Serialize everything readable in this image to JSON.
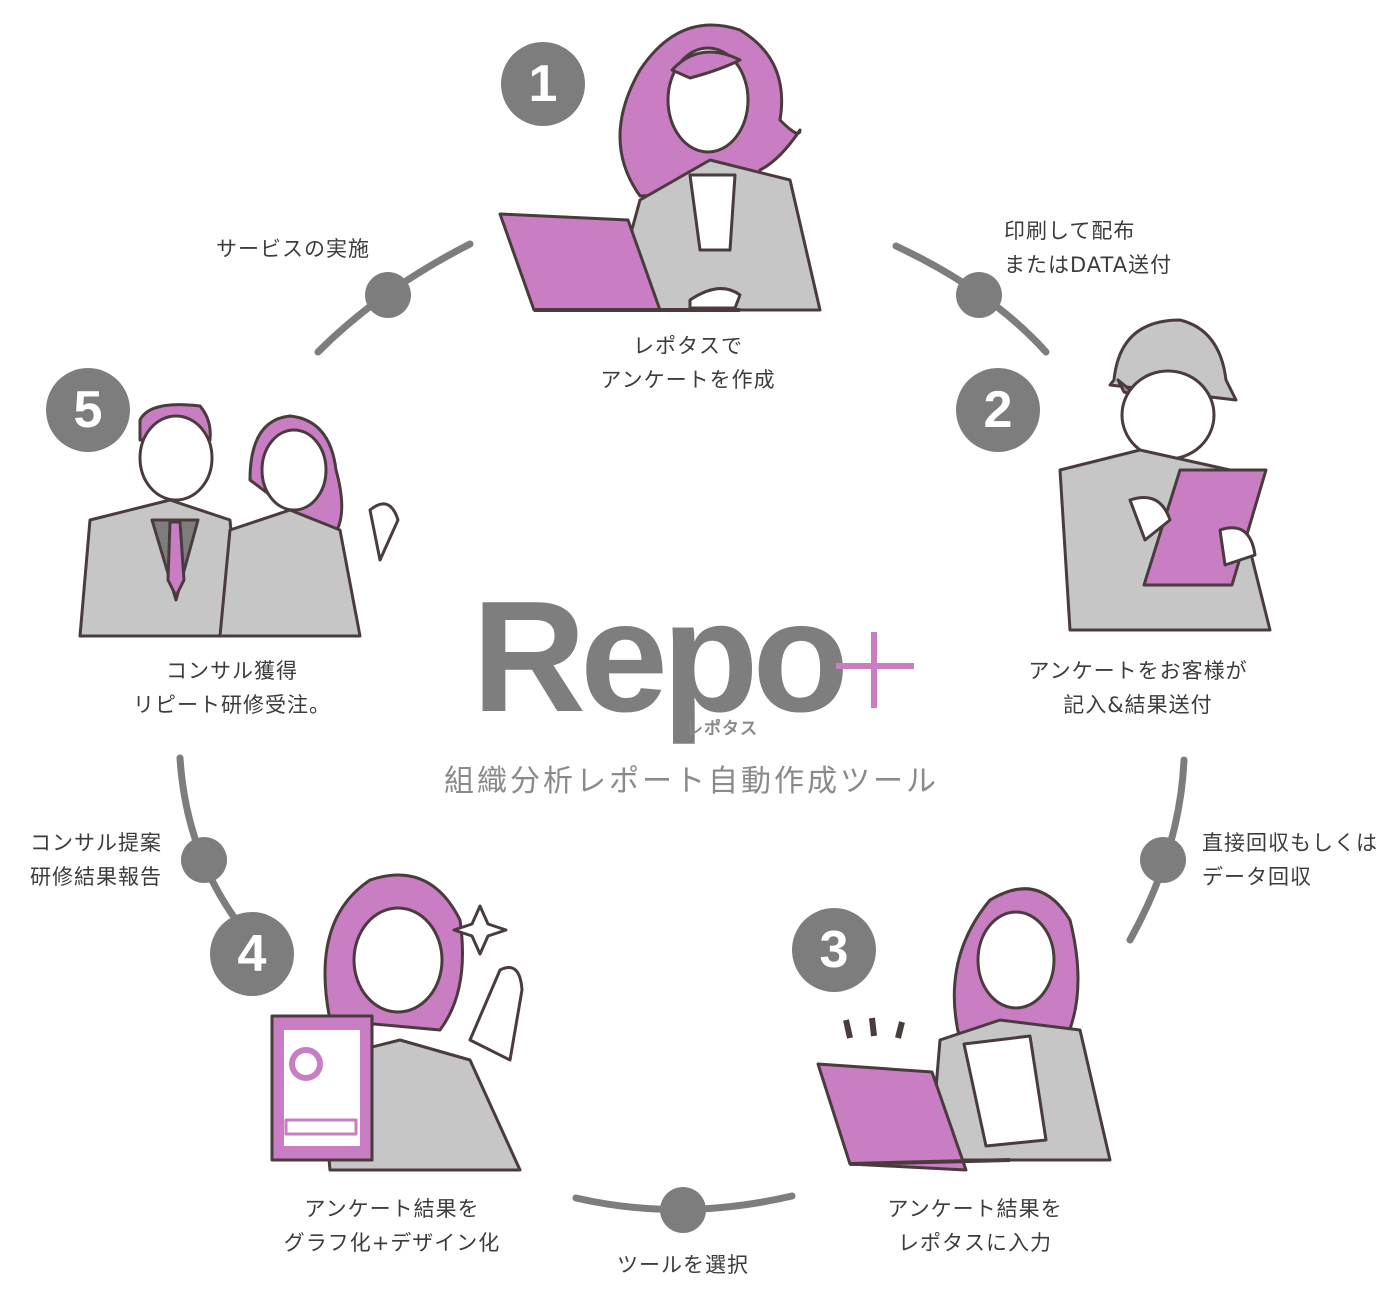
{
  "brand": {
    "logo_text": "Repo",
    "logo_plus": "+",
    "logo_sub": "レポタス",
    "tagline": "組織分析レポート自動作成ツール",
    "colors": {
      "accent": "#c97dc3",
      "gray": "#7d7d7d",
      "suit": "#c6c6c6",
      "line": "#4a3c3c"
    }
  },
  "steps": [
    {
      "number": "1",
      "lines": [
        "レポタスで",
        "アンケートを作成"
      ]
    },
    {
      "number": "2",
      "lines": [
        "アンケートをお客様が",
        "記入&結果送付"
      ]
    },
    {
      "number": "3",
      "lines": [
        "アンケート結果を",
        "レポタスに入力"
      ]
    },
    {
      "number": "4",
      "lines": [
        "アンケート結果を",
        "グラフ化+デザイン化"
      ]
    },
    {
      "number": "5",
      "lines": [
        "コンサル獲得",
        "リピート研修受注。"
      ]
    }
  ],
  "connectors": [
    {
      "lines": [
        "印刷して配布",
        "またはDATA送付"
      ]
    },
    {
      "lines": [
        "直接回収もしくは",
        "データ回収"
      ]
    },
    {
      "lines": [
        "ツールを選択"
      ]
    },
    {
      "lines": [
        "コンサル提案",
        "研修結果報告"
      ]
    },
    {
      "lines": [
        "サービスの実施"
      ]
    }
  ],
  "icons": {
    "step1": "woman-laptop-illustration",
    "step2": "worker-clipboard-illustration",
    "step3": "woman-laptop-documents-illustration",
    "step4": "woman-report-ok-illustration",
    "step5": "team-celebration-illustration"
  }
}
